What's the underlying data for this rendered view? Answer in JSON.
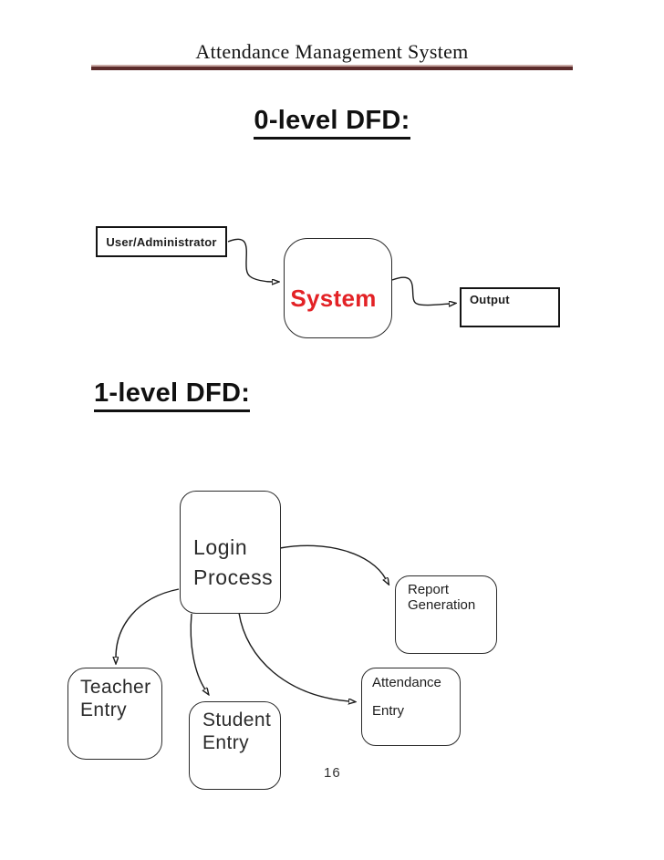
{
  "header": {
    "title": "Attendance Management System"
  },
  "dfd0": {
    "heading": "0-level DFD:",
    "nodes": {
      "user_admin": "User/Administrator",
      "system": "System",
      "output": "Output"
    },
    "edges": [
      {
        "from": "user_admin",
        "to": "system"
      },
      {
        "from": "system",
        "to": "output"
      }
    ]
  },
  "dfd1": {
    "heading": "1-level DFD:",
    "nodes": {
      "login_process": [
        "Login",
        "Process"
      ],
      "report_generation": [
        "Report",
        "Generation"
      ],
      "attendance_entry": [
        "Attendance",
        "Entry"
      ],
      "teacher_entry": [
        "Teacher",
        "Entry"
      ],
      "student_entry": [
        "Student",
        "Entry"
      ]
    },
    "edges": [
      {
        "from": "login_process",
        "to": "teacher_entry"
      },
      {
        "from": "login_process",
        "to": "student_entry"
      },
      {
        "from": "login_process",
        "to": "attendance_entry"
      },
      {
        "from": "login_process",
        "to": "report_generation"
      }
    ]
  },
  "footer": {
    "page_number": "16"
  },
  "colors": {
    "system_text": "#e32226",
    "rule_dark": "#5c2b2b",
    "rule_light": "#c8a9a4",
    "stroke": "#1c1c1c"
  }
}
